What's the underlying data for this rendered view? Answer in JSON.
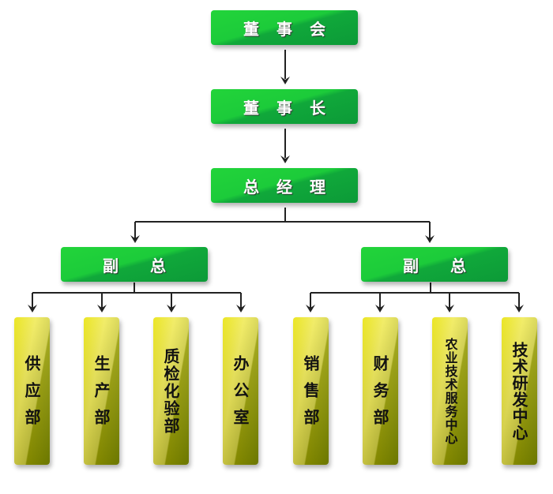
{
  "board": "董事会",
  "chairman": "董事长",
  "gm": "总经理",
  "vp_left": "副总",
  "vp_right": "副总",
  "departments": [
    "供应部",
    "生产部",
    "质检化验部",
    "办公室",
    "销售部",
    "财务部",
    "农业技术服务中心",
    "技术研发中心"
  ]
}
